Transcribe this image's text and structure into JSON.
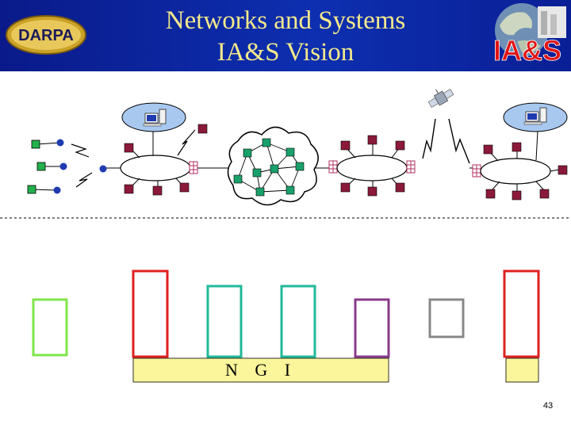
{
  "slide": {
    "title_line1": "Networks and Systems",
    "title_line2": "IA&S Vision",
    "darpa_logo_text": "DARPA",
    "ias_logo_text": "IA&S",
    "ngi_label": "N G I",
    "page_number": "43"
  },
  "colors": {
    "header_bg": "#0d2fb0",
    "title_text": "#f4e98c",
    "router_node": "#8b1a3a",
    "mesh_node": "#1aa06a",
    "wireless_node": "#22b14c",
    "wireless_dot": "#1f3bb0",
    "workstation_cloud": "#a8c8f0",
    "ngi_bar": "#fbf59b",
    "box_green": "#7ee64a",
    "box_red": "#e02020",
    "box_teal": "#20b99a",
    "box_purple": "#8a3a8a",
    "box_gray": "#888888"
  },
  "icons": [
    "darpa-logo",
    "ias-logo",
    "satellite-icon",
    "workstation-icon",
    "firewall-icon",
    "lightning-link-icon"
  ]
}
